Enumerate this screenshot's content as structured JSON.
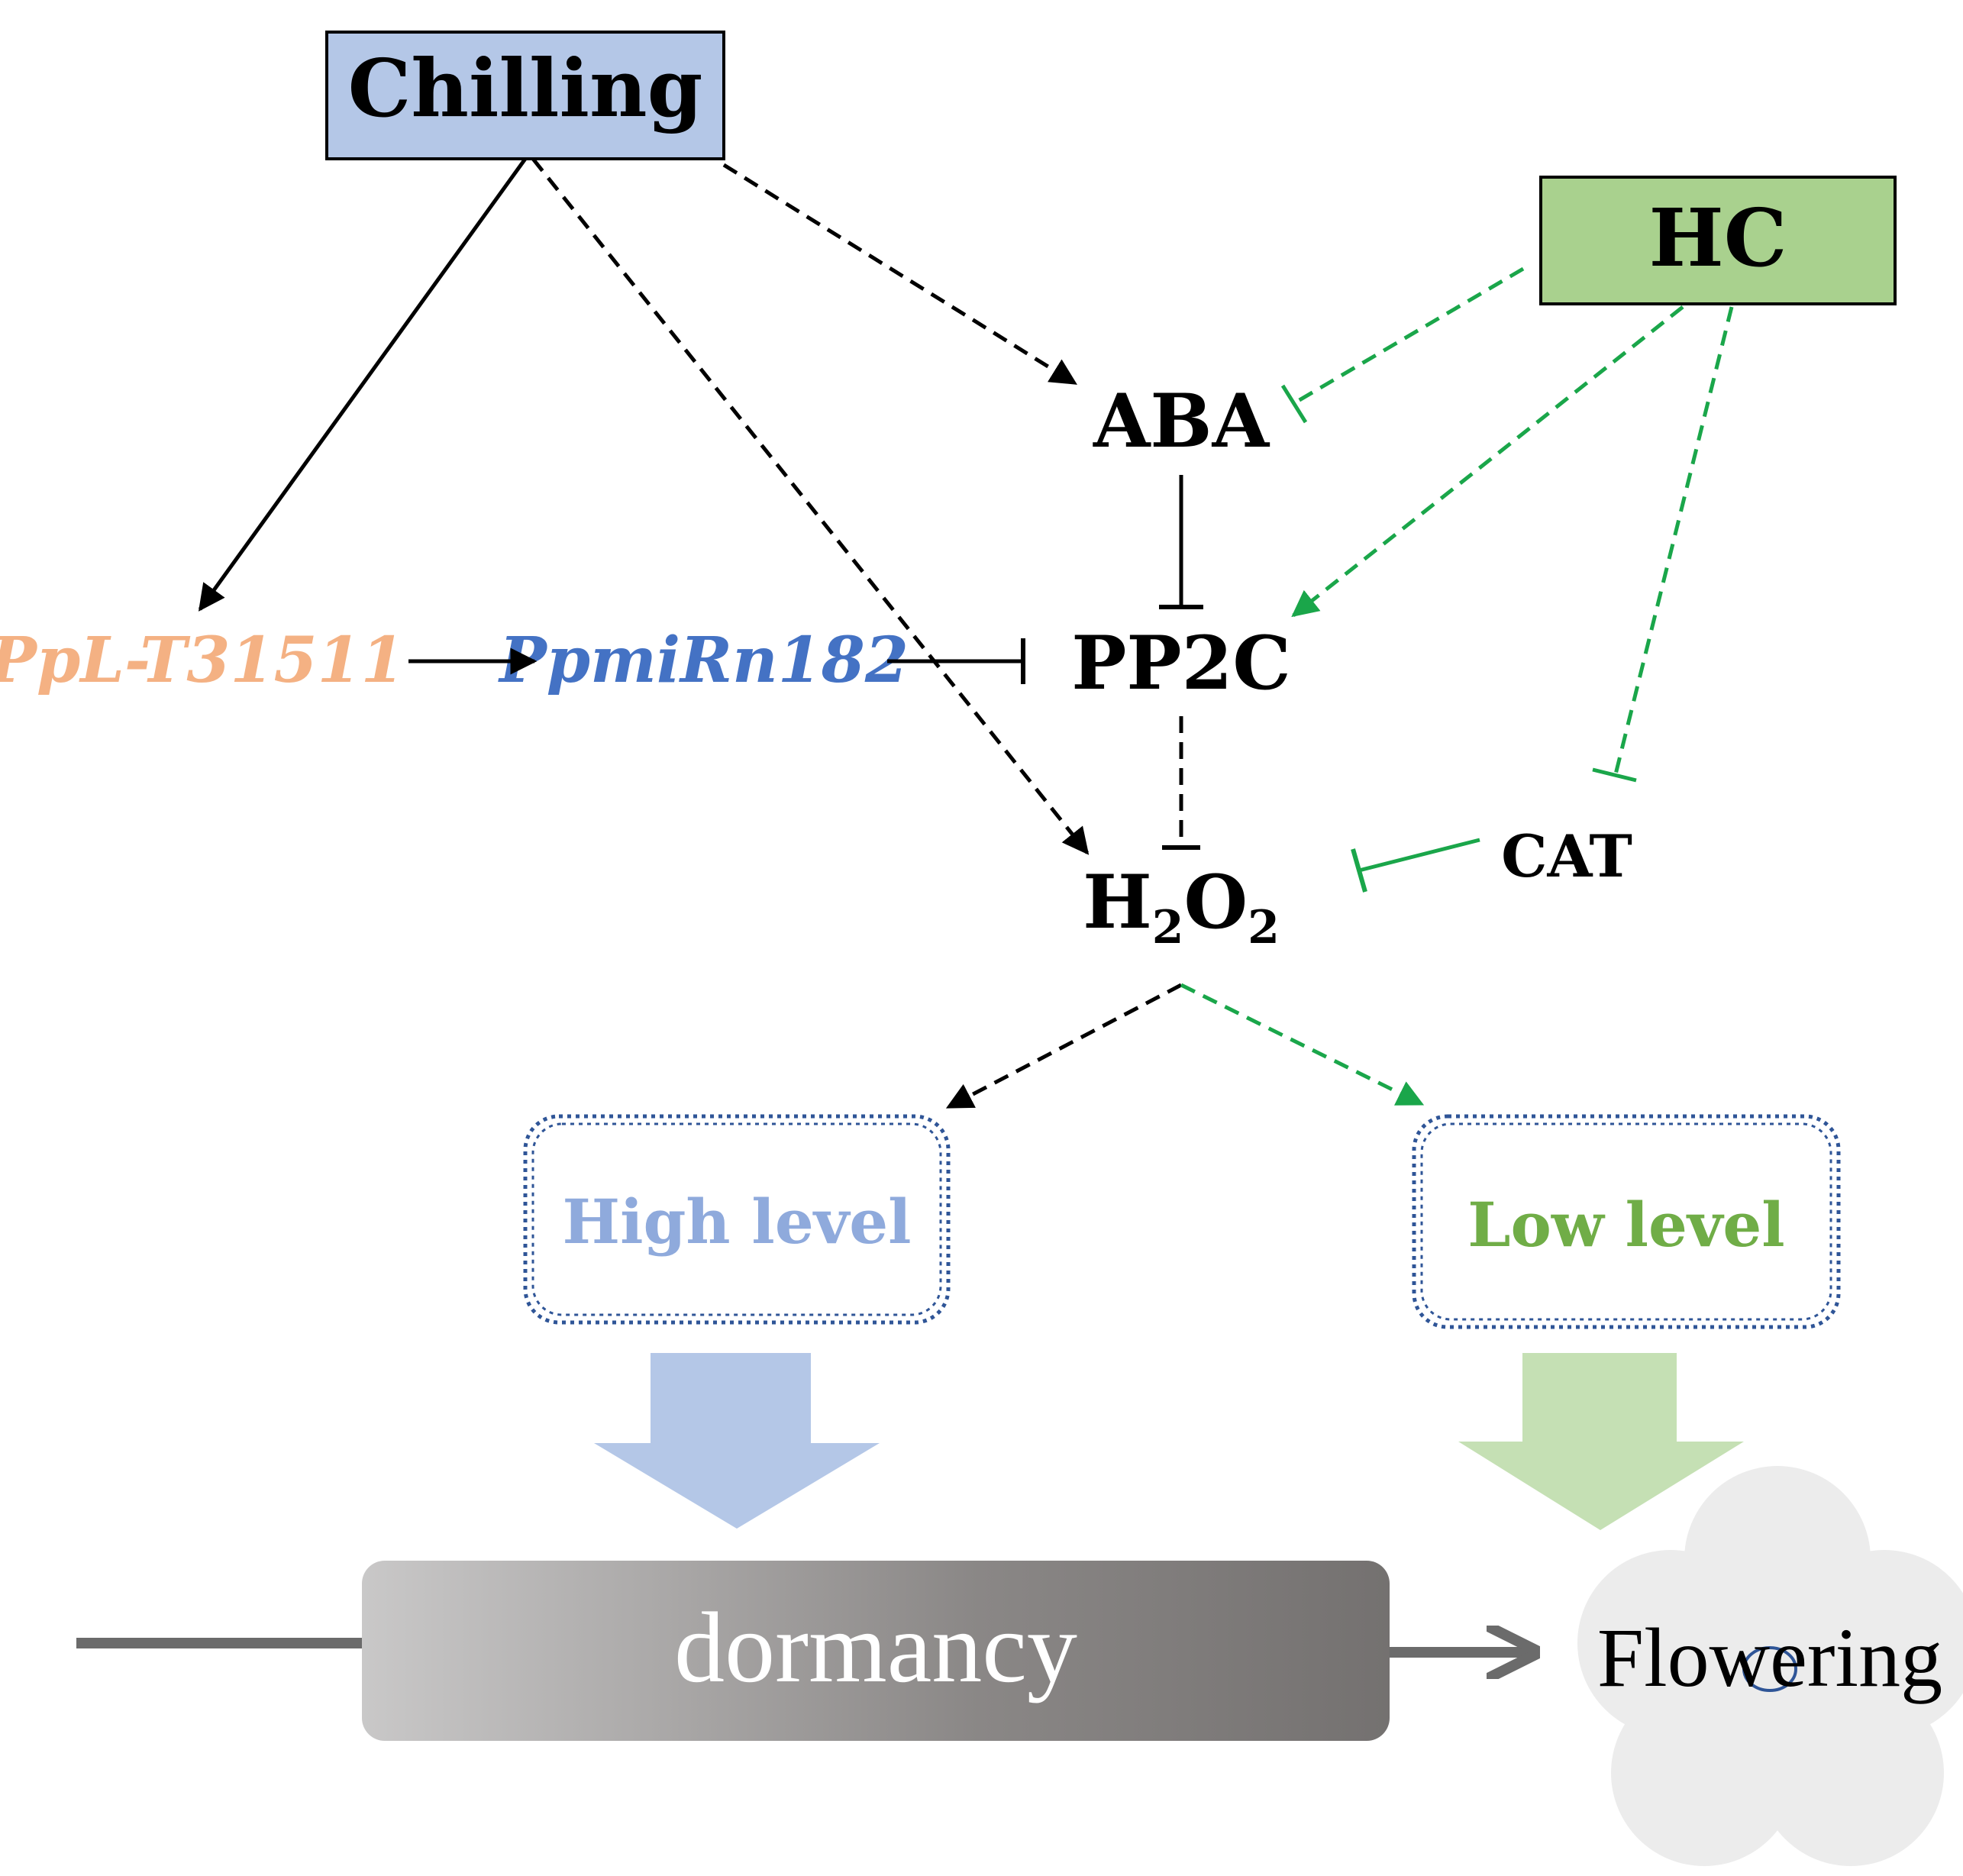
{
  "nodes": {
    "chilling": "Chilling",
    "hc": "HC",
    "aba": "ABA",
    "pp2c": "PP2C",
    "h2o2": {
      "h": "H",
      "sub2a": "2",
      "o": "O",
      "sub2b": "2"
    },
    "cat": "CAT",
    "lncrna": "PpL-T31511",
    "mirna": "PpmiRn182",
    "high_level": "High level",
    "low_level": "Low level",
    "dormancy": "dormancy",
    "flowering": "Flowering"
  },
  "colors": {
    "chilling_fill": "#b4c7e7",
    "hc_fill": "#a9d18e",
    "green_line": "#1aa64a",
    "lncrna_text": "#f4b183",
    "mirna_text": "#4472c4",
    "high_level_text": "#8faadc",
    "low_level_text": "#70ad47",
    "box_border": "#2f5597",
    "blue_arrow": "#b4c7e7",
    "green_arrow": "#c5e0b4",
    "flower_fill": "#ececec"
  }
}
